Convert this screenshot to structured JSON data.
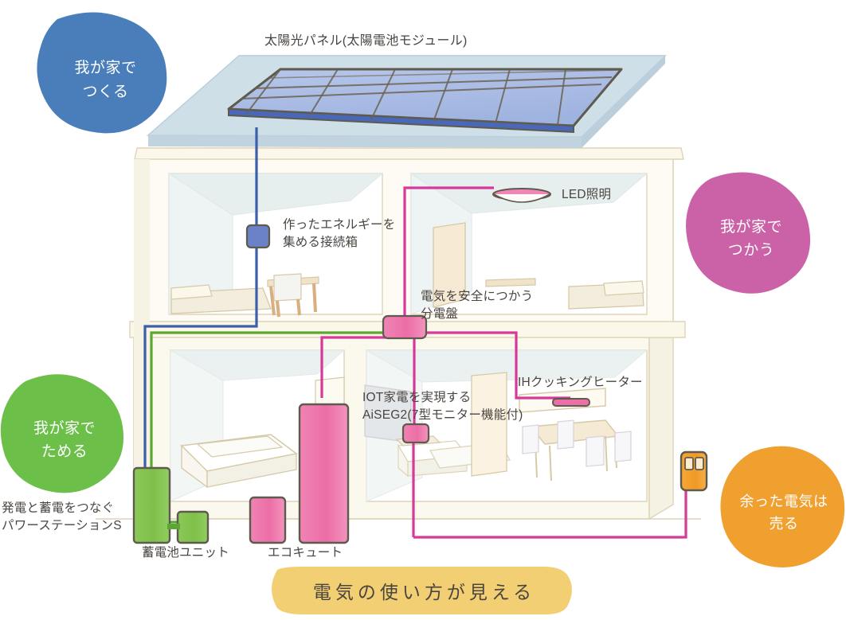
{
  "page": {
    "title": "太陽光パネル(太陽電池モジュール)",
    "background": "#ffffff"
  },
  "colors": {
    "blue_badge": "#4a7ebb",
    "pink_badge": "#cb62a8",
    "green_badge": "#6cc04a",
    "orange_badge": "#f0a02e",
    "banner": "#f2cf73",
    "wire_blue": "#3b5fa8",
    "wire_green": "#5aa832",
    "wire_pink": "#d6399a",
    "roof": "#c9dbe4",
    "panel": "#a9bce4",
    "wall": "#fbf8ee",
    "text": "#4a4540"
  },
  "badges": [
    {
      "id": "create",
      "line1": "我が家で",
      "line2": "つくる",
      "color": "#4a7ebb"
    },
    {
      "id": "use",
      "line1": "我が家で",
      "line2": "つかう",
      "color": "#cb62a8"
    },
    {
      "id": "store",
      "line1": "我が家で",
      "line2": "ためる",
      "color": "#6cc04a"
    },
    {
      "id": "sell",
      "line1": "余った電気は",
      "line2": "売る",
      "color": "#f0a02e"
    }
  ],
  "labels": {
    "solar_panel": "太陽光パネル(太陽電池モジュール)",
    "junction_box_l1": "作ったエネルギーを",
    "junction_box_l2": "集める接続箱",
    "led_light": "LED照明",
    "distribution_board_l1": "電気を安全につかう",
    "distribution_board_l2": "分電盤",
    "aiseg_l1": "IOT家電を実現する",
    "aiseg_l2": "AiSEG2(7型モニター機能付)",
    "ih_heater": "IHクッキングヒーター",
    "power_station_l1": "発電と蓄電をつなぐ",
    "power_station_l2": "パワーステーションS",
    "battery_unit": "蓄電池ユニット",
    "ecocute": "エコキュート"
  },
  "banner": {
    "text": "電気の使い方が見える"
  },
  "icons": {
    "solar_panel": "solar-panel-icon",
    "junction_box": "junction-box-icon",
    "led_light": "led-light-icon",
    "distribution_board": "distribution-board-icon",
    "aiseg_monitor": "aiseg-monitor-icon",
    "ih_heater": "ih-cooktop-icon",
    "power_station": "power-station-icon",
    "battery_unit": "battery-unit-icon",
    "ecocute_tank": "ecocute-tank-icon",
    "ecocute_pump": "ecocute-heatpump-icon",
    "electric_meter": "electric-meter-icon"
  }
}
